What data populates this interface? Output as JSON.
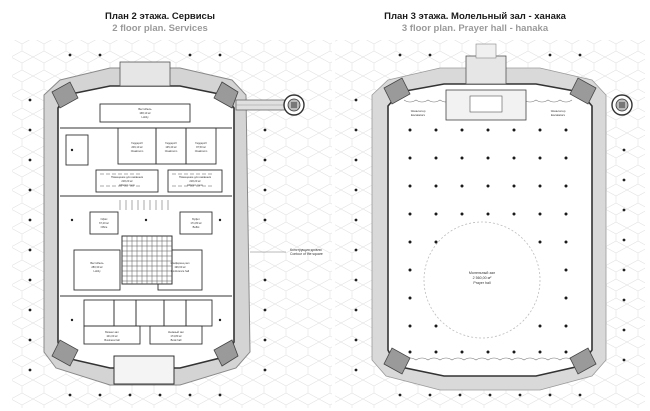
{
  "left_plan": {
    "title_ru": "План 2 этажа. Сервисы",
    "title_en": "2 floor plan. Services",
    "rooms": [
      {
        "name": "Вестибюль",
        "area": "168,10 м²",
        "en": "Lobby"
      },
      {
        "name": "Гардероб",
        "area": "209,10 м²",
        "en": "Cloakroom"
      },
      {
        "name": "Гардероб",
        "area": "135,40 м²",
        "en": "Cloakroom"
      },
      {
        "name": "Гардероб",
        "area": "97,50 м²",
        "en": "Cloakroom"
      },
      {
        "name": "Помещение для омовения",
        "area": "218,20 м²",
        "en": "Ablution room"
      },
      {
        "name": "Помещение для омовения",
        "area": "218,20 м²",
        "en": "Ablution room"
      },
      {
        "name": "Конференц-зал",
        "area": "196,60 м²",
        "en": "Conference hall"
      },
      {
        "name": "Вестибюль",
        "area": "280,30 м²",
        "en": "Lobby"
      },
      {
        "name": "Офис",
        "area": "67,20 м²",
        "en": "Office"
      },
      {
        "name": "Буфет",
        "area": "171,80 м²",
        "en": "Buffet"
      },
      {
        "name": "Бизнес-зал",
        "area": "101,00 м²",
        "en": "Business hall"
      },
      {
        "name": "Книжный зал",
        "area": "174,80 м²",
        "en": "Book hall"
      }
    ],
    "note_ru": "Конструкция кровли",
    "note_en": "Contour of the square"
  },
  "right_plan": {
    "title_ru": "План 3 этажа. Молельный зал - ханака",
    "title_en": "3 floor plan. Prayer hall - hanaka",
    "hall_name": "Молельный зал",
    "hall_area": "2 560,00 м²",
    "hall_en": "Prayer hall",
    "corner_label": "Эскалатор",
    "corner_label_en": "Escalators"
  }
}
